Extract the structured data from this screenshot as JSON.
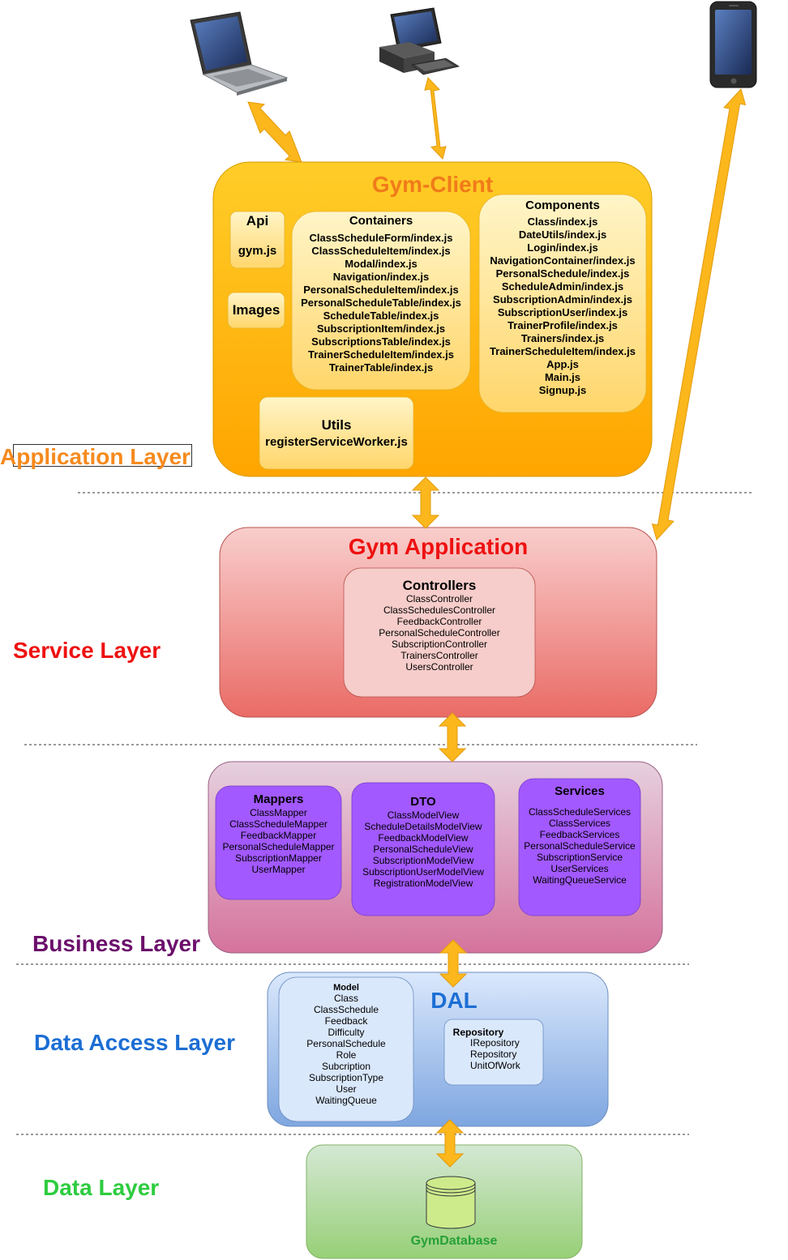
{
  "colors": {
    "application_layer": "#f68a1e",
    "service_layer": "#ee1111",
    "business_layer": "#6b0f6b",
    "data_access_layer": "#1c6ed4",
    "data_layer": "#2ecc40",
    "gym_client_title": "#f07b1a",
    "gym_application_title": "#ee1111",
    "dal_title": "#1c6ed4",
    "gym_database_label": "#26a036",
    "arrow": "#fbb71c"
  },
  "devices": [
    {
      "icon": "laptop-icon"
    },
    {
      "icon": "desktop-computer-icon"
    },
    {
      "icon": "smartphone-icon"
    }
  ],
  "gym_client": {
    "title": "Gym-Client",
    "api": {
      "title": "Api",
      "file": "gym.js"
    },
    "images": {
      "title": "Images"
    },
    "containers": {
      "title": "Containers",
      "items": [
        "ClassScheduleForm/index.js",
        "ClassScheduleItem/index.js",
        "Modal/index.js",
        "Navigation/index.js",
        "PersonalScheduleItem/index.js",
        "PersonalScheduleTable/index.js",
        "ScheduleTable/index.js",
        "SubscriptionItem/index.js",
        "SubscriptionsTable/index.js",
        "TrainerScheduleItem/index.js",
        "TrainerTable/index.js"
      ]
    },
    "components": {
      "title": "Components",
      "items": [
        "Class/index.js",
        "DateUtils/index.js",
        "Login/index.js",
        "NavigationContainer/index.js",
        "PersonalSchedule/index.js",
        "ScheduleAdmin/index.js",
        "SubscriptionAdmin/index.js",
        "SubscriptionUser/index.js",
        "TrainerProfile/index.js",
        "Trainers/index.js",
        "TrainerScheduleItem/index.js",
        "App.js",
        "Main.js",
        "Signup.js"
      ]
    },
    "utils": {
      "title": "Utils",
      "file": "registerServiceWorker.js"
    }
  },
  "gym_application": {
    "title": "Gym Application",
    "controllers": {
      "title": "Controllers",
      "items": [
        "ClassController",
        "ClassSchedulesController",
        "FeedbackController",
        "PersonalScheduleController",
        "SubscriptionController",
        "TrainersController",
        "UsersController"
      ]
    }
  },
  "business": {
    "mappers": {
      "title": "Mappers",
      "items": [
        "ClassMapper",
        "ClassScheduleMapper",
        "FeedbackMapper",
        "PersonalScheduleMapper",
        "SubscriptionMapper",
        "UserMapper"
      ]
    },
    "dto": {
      "title": "DTO",
      "items": [
        "ClassModelView",
        "ScheduleDetailsModelView",
        "FeedbackModelView",
        "PersonalScheduleView",
        "SubscriptionModelView",
        "SubscriptionUserModelView",
        "RegistrationModelView"
      ]
    },
    "services": {
      "title": "Services",
      "items": [
        "ClassScheduleServices",
        "ClassServices",
        "FeedbackServices",
        "PersonalScheduleService",
        "SubscriptionService",
        "UserServices",
        "WaitingQueueService"
      ]
    }
  },
  "dal": {
    "title": "DAL",
    "model": {
      "title": "Model",
      "items": [
        "Class",
        "ClassSchedule",
        "Feedback",
        "Difficulty",
        "PersonalSchedule",
        "Role",
        "Subcription",
        "SubscriptionType",
        "User",
        "WaitingQueue"
      ]
    },
    "repository": {
      "title": "Repository",
      "items": [
        "IRepository",
        "Repository",
        "UnitOfWork"
      ]
    }
  },
  "data": {
    "database_label": "GymDatabase",
    "database_icon": "database-cylinder-icon"
  },
  "layers": {
    "application": "Application Layer",
    "service": "Service Layer",
    "business": "Business Layer",
    "data_access": "Data Access Layer",
    "data": "Data Layer"
  }
}
